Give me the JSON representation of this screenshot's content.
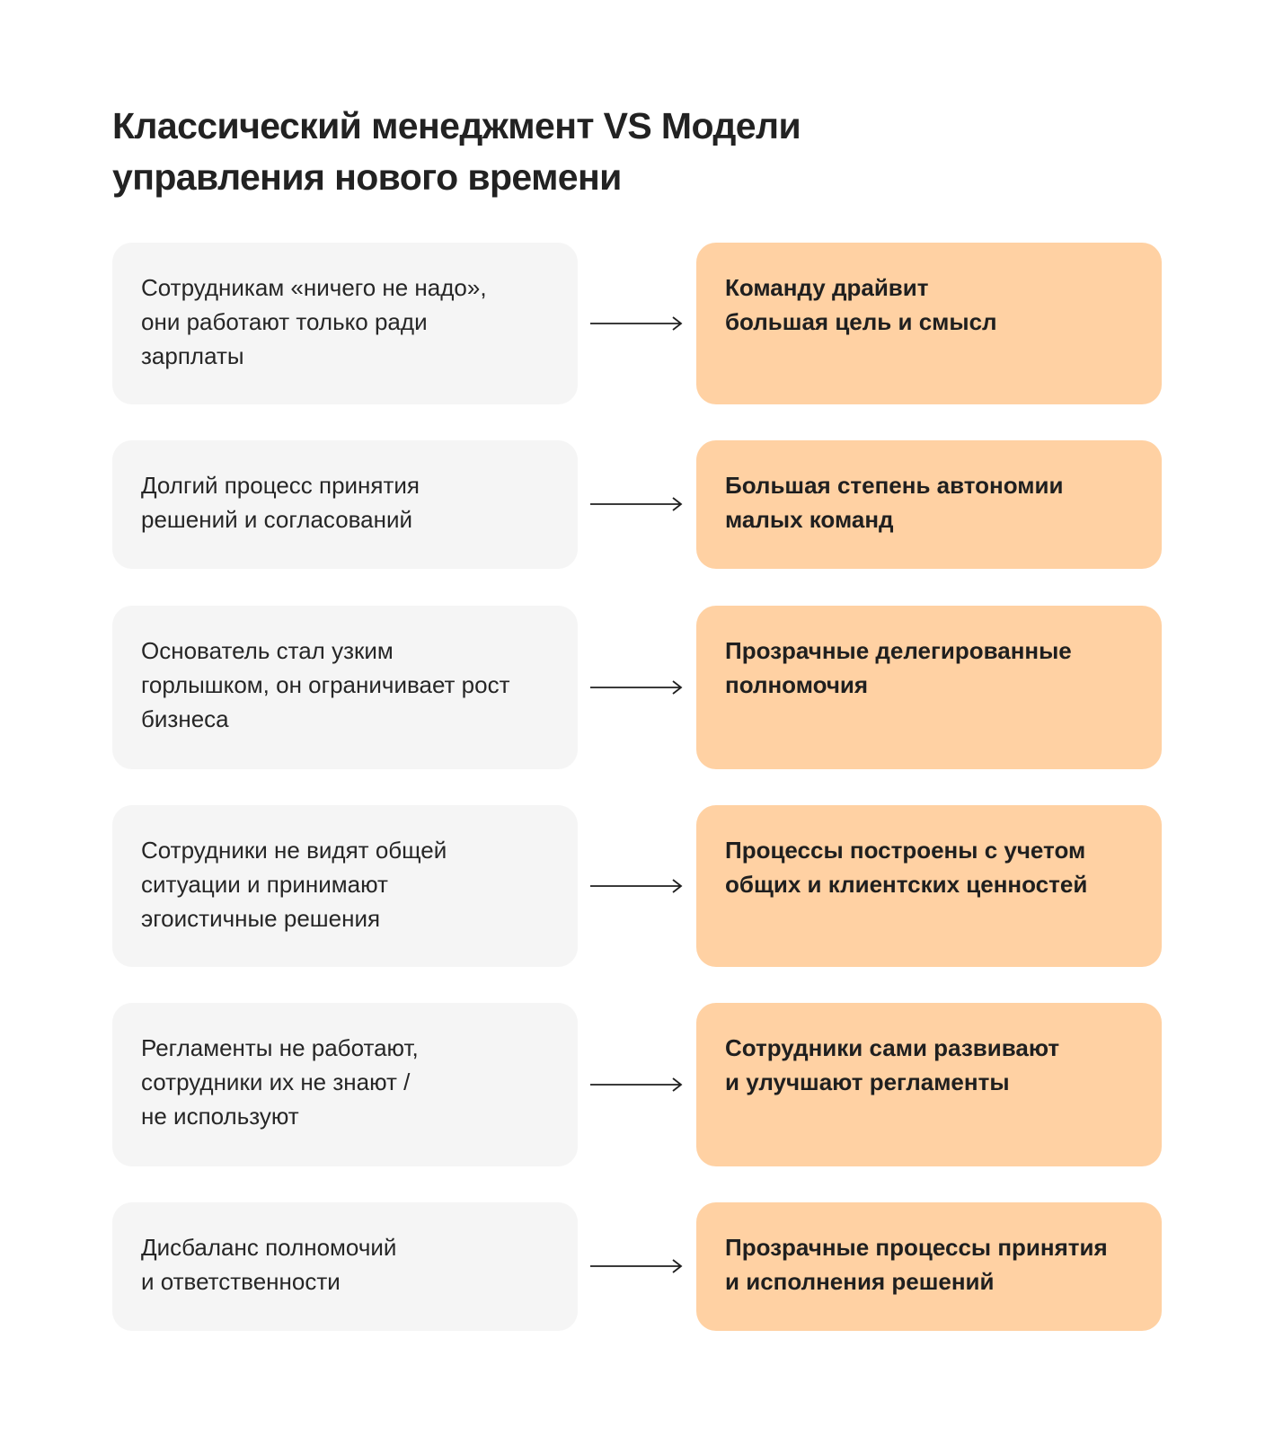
{
  "title": "Классический менеджмент VS Модели\nуправления нового времени",
  "rows": [
    {
      "left": "Сотрудникам «ничего не надо»,\nони работают только ради\nзарплаты",
      "right": "Команду драйвит\nбольшая цель и смысл"
    },
    {
      "left": "Долгий процесс принятия\nрешений и согласований",
      "right": "Большая степень автономии\nмалых команд"
    },
    {
      "left": "Основатель стал узким\nгорлышком, он ограничивает рост\nбизнеса",
      "right": "Прозрачные делегированные\nполномочия"
    },
    {
      "left": "Сотрудники не видят общей\nситуации и принимают\nэгоистичные решения",
      "right": "Процессы построены с учетом\nобщих и клиентских ценностей"
    },
    {
      "left": "Регламенты не работают,\nсотрудники их не знают /\nне используют",
      "right": "Сотрудники сами развивают\nи улучшают регламенты"
    },
    {
      "left": "Дисбаланс полномочий\nи ответственности",
      "right": "Прозрачные процессы принятия\nи исполнения решений"
    }
  ],
  "colors": {
    "left_card": "#f5f5f5",
    "right_card": "#ffd1a3",
    "arrow": "#1f1f1f"
  },
  "icons": {
    "connector": "right-arrow-icon"
  }
}
